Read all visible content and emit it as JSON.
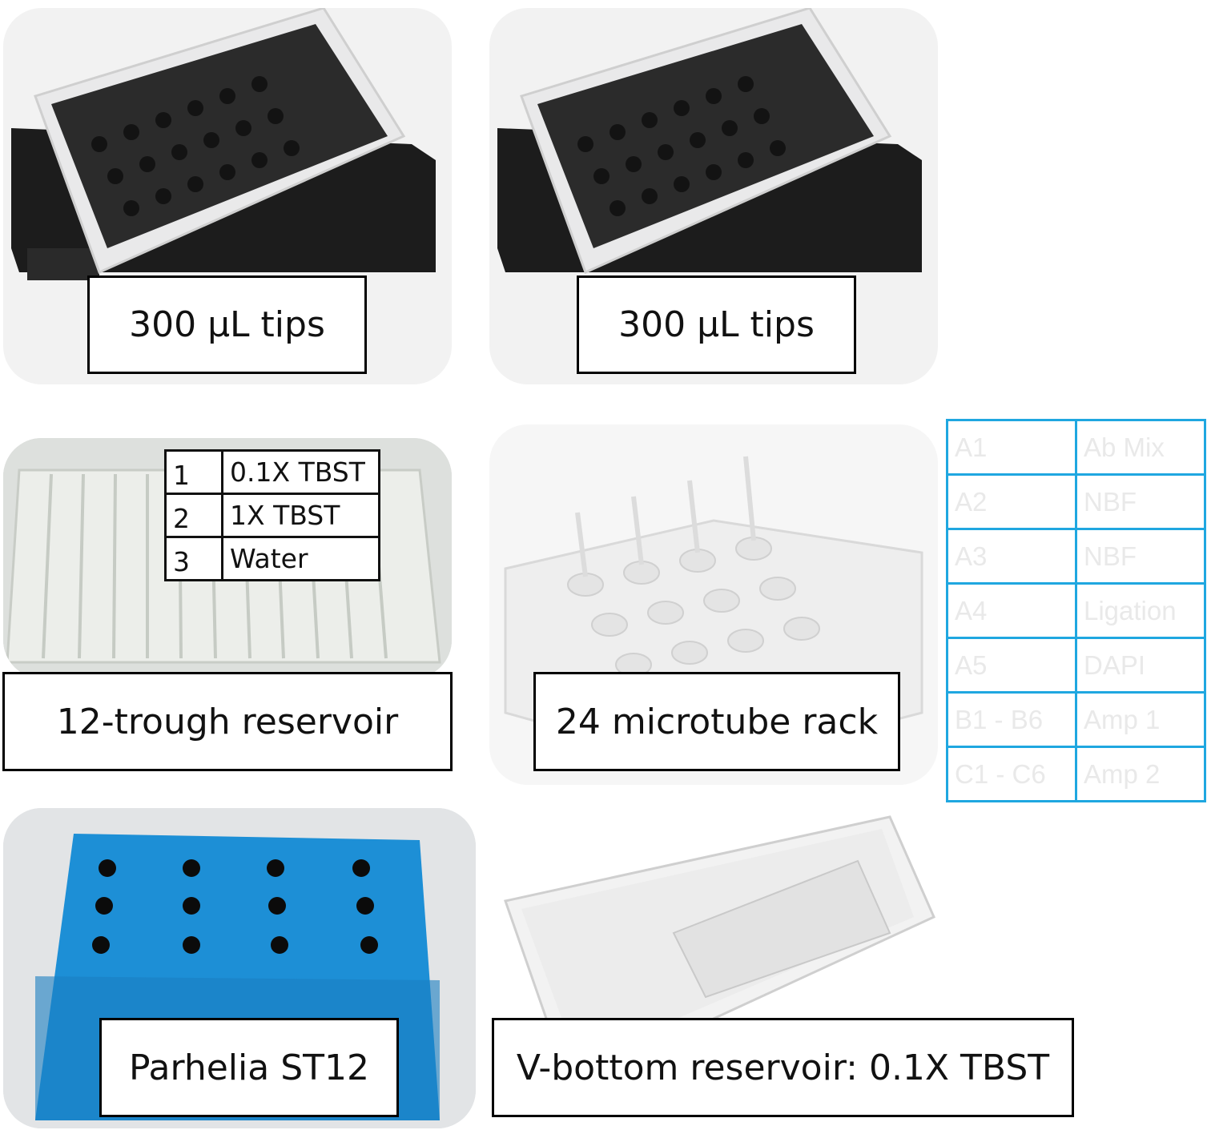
{
  "labels": {
    "tips1": "300 µL tips",
    "tips2": "300 µL tips",
    "trough": "12-trough reservoir",
    "microtube": "24 microtube rack",
    "parhelia": "Parhelia ST12",
    "vbottom": "V-bottom reservoir: 0.1X TBST"
  },
  "trough_table": [
    {
      "num": "1",
      "reagent": "0.1X TBST"
    },
    {
      "num": "2",
      "reagent": "1X TBST"
    },
    {
      "num": "3",
      "reagent": "Water"
    }
  ],
  "rack_map": [
    {
      "well": "A1",
      "reagent": "Ab Mix"
    },
    {
      "well": "A2",
      "reagent": "NBF"
    },
    {
      "well": "A3",
      "reagent": "NBF"
    },
    {
      "well": "A4",
      "reagent": "Ligation"
    },
    {
      "well": "A5",
      "reagent": "DAPI"
    },
    {
      "well": "B1 - B6",
      "reagent": "Amp 1"
    },
    {
      "well": "C1 - C6",
      "reagent": "Amp 2"
    }
  ],
  "colors": {
    "map_border": "#1fa7e0",
    "block_blue": "#1d8fd6"
  }
}
